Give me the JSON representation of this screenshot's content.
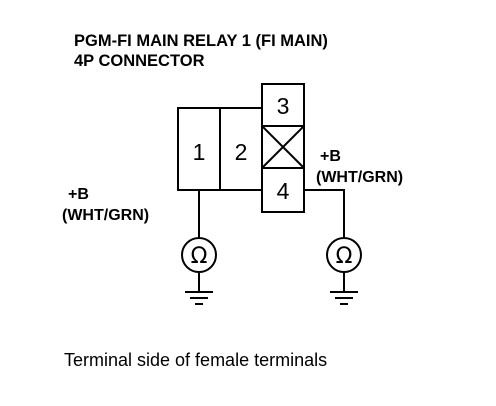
{
  "title": {
    "line1": "PGM-FI MAIN RELAY 1 (FI MAIN)",
    "line2": "4P CONNECTOR"
  },
  "connector": {
    "pins": [
      "1",
      "2",
      "3",
      "4"
    ]
  },
  "left_probe": {
    "polarity": "+B",
    "wire": "(WHT/GRN)",
    "meter_symbol": "Ω"
  },
  "right_probe": {
    "polarity": "+B",
    "wire": "(WHT/GRN)",
    "meter_symbol": "Ω"
  },
  "caption": "Terminal side of female terminals"
}
